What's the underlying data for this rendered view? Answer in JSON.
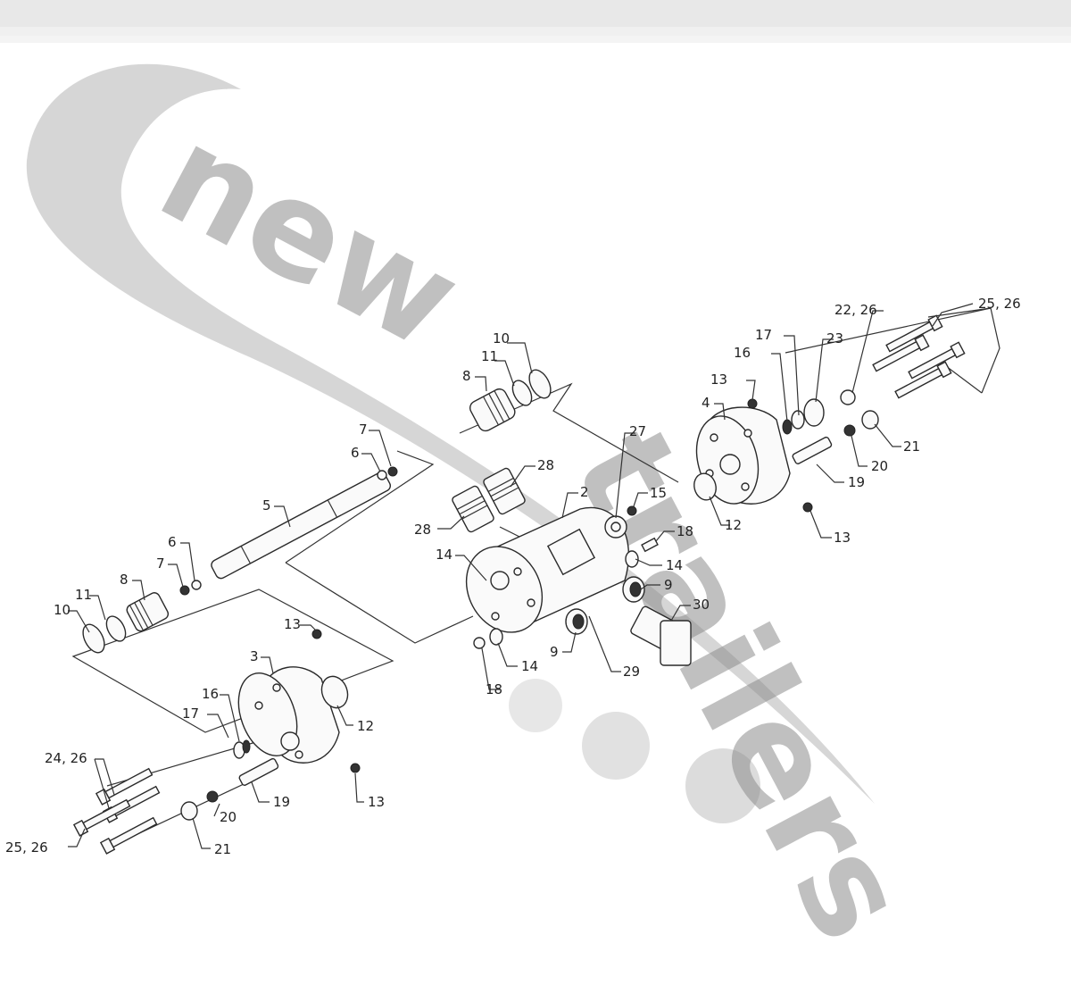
{
  "watermark": {
    "word1": "new",
    "word2": "trailers",
    "color": "#8c8c8c"
  },
  "callouts": {
    "c10a": "10",
    "c11a": "11",
    "c8a": "8",
    "c7a": "7",
    "c6a": "6",
    "c5": "5",
    "c6b": "6",
    "c7b": "7",
    "c8b": "8",
    "c11b": "11",
    "c10b": "10",
    "c13a": "13",
    "c3": "3",
    "c12a": "12",
    "c16a": "16",
    "c17a": "17",
    "c2426": "24, 26",
    "c2526a": "25, 26",
    "c19a": "19",
    "c20a": "20",
    "c21a": "21",
    "c13b": "13",
    "c28a": "28",
    "c28b": "28",
    "c2": "2",
    "c27": "27",
    "c15": "15",
    "c18a": "18",
    "c14a": "14",
    "c14b": "14",
    "c9a": "9",
    "c30": "30",
    "c9b": "9",
    "c29": "29",
    "c14c": "14",
    "c18b": "18",
    "c2226": "22, 26",
    "c2526b": "25, 26",
    "c17b": "17",
    "c23": "23",
    "c16b": "16",
    "c13c": "13",
    "c4": "4",
    "c21b": "21",
    "c20b": "20",
    "c19b": "19",
    "c12b": "12",
    "c13d": "13"
  }
}
